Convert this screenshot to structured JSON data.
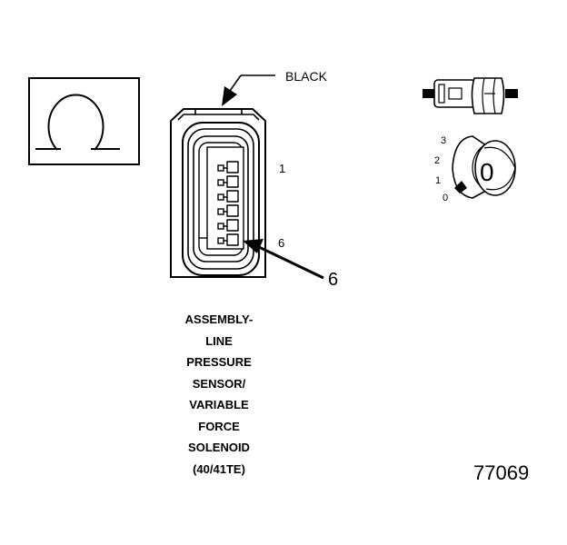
{
  "diagram": {
    "connector_color_label": "BLACK",
    "pin_label_top": "1",
    "pin_label_bottom": "6",
    "callout_pin": "6",
    "view_scale": [
      "3",
      "2",
      "1",
      "0"
    ],
    "view_key_letter": "0",
    "caption_lines": [
      "ASSEMBLY-",
      "LINE",
      "PRESSURE",
      "SENSOR/",
      "VARIABLE",
      "FORCE",
      "SOLENOID",
      "(40/41TE)"
    ],
    "figure_number": "77069"
  }
}
